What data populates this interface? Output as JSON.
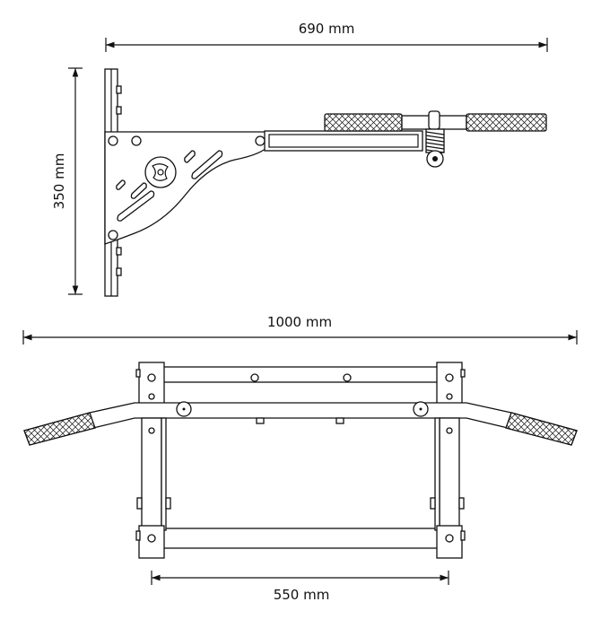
{
  "dimensions": {
    "top_width": "690 mm",
    "height": "350 mm",
    "total_width": "1000 mm",
    "mount_width": "550 mm"
  }
}
